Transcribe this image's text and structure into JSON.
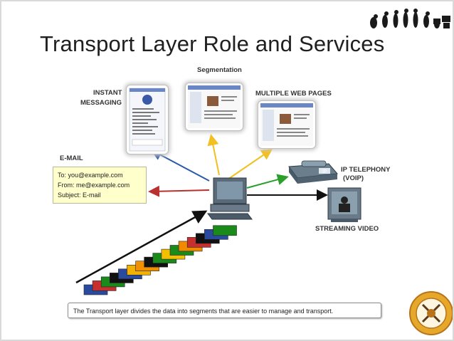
{
  "slide": {
    "title": "Transport Layer Role and Services",
    "caption": "The Transport layer divides the data into segments that are easier to manage and transport."
  },
  "labels": {
    "segmentation": "Segmentation",
    "instant_messaging_1": "INSTANT",
    "instant_messaging_2": "MESSAGING",
    "multiple_web_pages": "MULTIPLE WEB PAGES",
    "email": "E-MAIL",
    "ip_telephony_1": "IP TELEPHONY",
    "ip_telephony_2": "(VOIP)",
    "streaming_video": "STREAMING VIDEO",
    "phone_ip": "IP"
  },
  "email_box": {
    "to": "To: you@example.com",
    "from": "From: me@example.com",
    "subject": "Subject: E-mail"
  },
  "colors": {
    "arrow_blue": "#2a5aa8",
    "arrow_yellow": "#f2c020",
    "arrow_red": "#b83030",
    "arrow_green": "#2aa02a",
    "arrow_black": "#111111",
    "segments": [
      "#2a4a9e",
      "#c83030",
      "#1a8a1a",
      "#111111",
      "#2a4a9e",
      "#f2b000",
      "#f29000",
      "#111111",
      "#1a8a1a",
      "#f2c000",
      "#1a8a1a",
      "#f28a00",
      "#c83030",
      "#111111",
      "#2a4a9e",
      "#1a8a1a"
    ]
  }
}
